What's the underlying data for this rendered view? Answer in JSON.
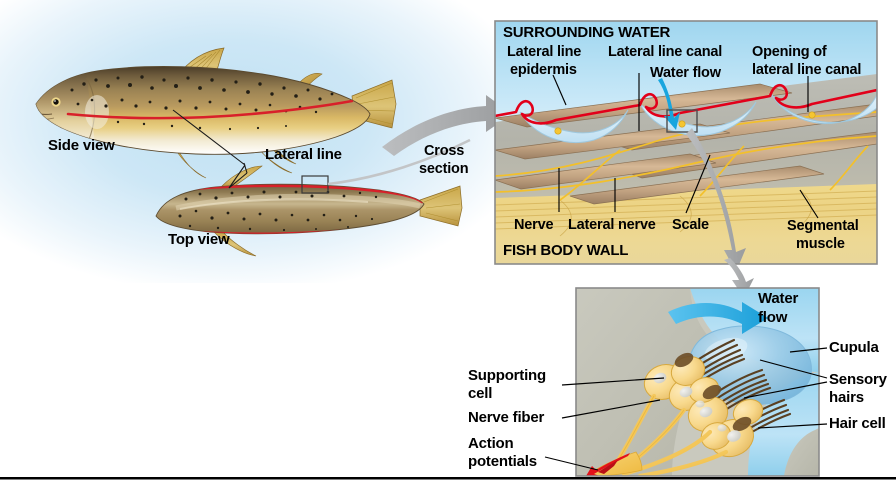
{
  "figure": {
    "title": "Lateral line system of a fish",
    "background_left": "#d6eaf7",
    "accent_red": "#e2001a",
    "accent_blue": "#29abe2",
    "arrow_gray": "#a7a9ac"
  },
  "left_panel": {
    "name": "fish-overview",
    "labels": {
      "side_view": "Side view",
      "top_view": "Top view",
      "lateral_line": "Lateral line",
      "cross_section_line1": "Cross",
      "cross_section_line2": "section"
    }
  },
  "cross_section_panel": {
    "name": "cross-section-panel",
    "border_color": "#8a8a8a",
    "labels": {
      "surrounding_water": "SURROUNDING WATER",
      "fish_body_wall": "FISH BODY WALL",
      "lateral_line_epidermis_line1": "Lateral line",
      "lateral_line_epidermis_line2": "epidermis",
      "lateral_line_canal": "Lateral line canal",
      "water_flow": "Water flow",
      "opening_line1": "Opening of",
      "opening_line2": "lateral line canal",
      "nerve": "Nerve",
      "lateral_nerve": "Lateral nerve",
      "scale": "Scale",
      "segmental_muscle_line1": "Segmental",
      "segmental_muscle_line2": "muscle"
    }
  },
  "neuromast_panel": {
    "name": "neuromast-panel",
    "border_color": "#8a8a8a",
    "labels": {
      "water_flow_line1": "Water",
      "water_flow_line2": "flow",
      "cupula": "Cupula",
      "sensory_hairs_line1": "Sensory",
      "sensory_hairs_line2": "hairs",
      "hair_cell": "Hair cell",
      "supporting_cell_line1": "Supporting",
      "supporting_cell_line2": "cell",
      "nerve_fiber": "Nerve fiber",
      "action_potentials_line1": "Action",
      "action_potentials_line2": "potentials"
    }
  },
  "icons": {
    "cross_section_arrow": "curved-arrow-right-icon",
    "drilldown_arrow": "curved-arrow-down-icon",
    "water_flow_arrow_canal": "arrow-down-blue-icon",
    "water_flow_arrow_neuromast": "arrow-right-blue-icon",
    "action_potential_arrow": "arrow-red-icon"
  }
}
